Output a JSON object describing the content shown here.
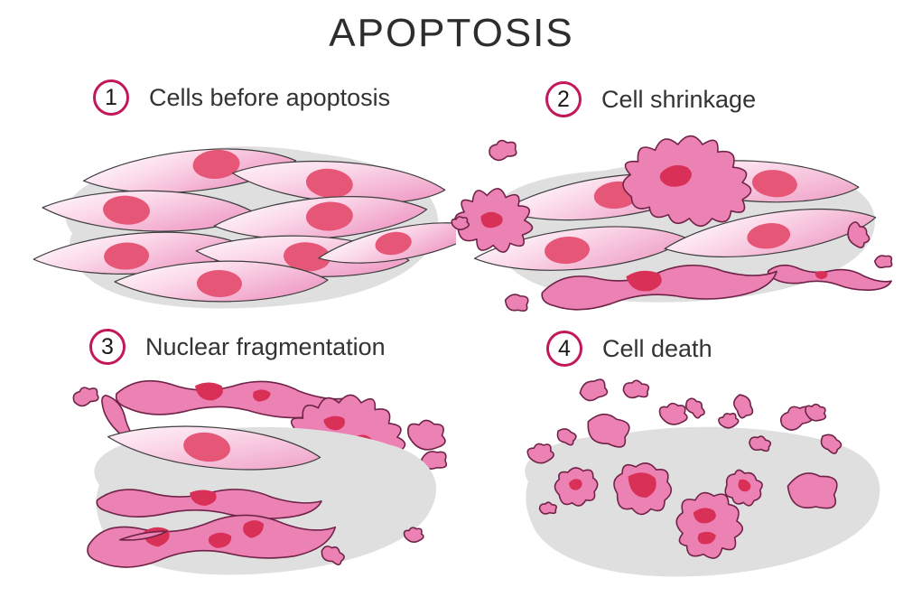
{
  "title": "APOPTOSIS",
  "steps": [
    {
      "number": "1",
      "label": "Cells before apoptosis"
    },
    {
      "number": "2",
      "label": "Cell shrinkage"
    },
    {
      "number": "3",
      "label": "Nuclear fragmentation"
    },
    {
      "number": "4",
      "label": "Cell death"
    }
  ],
  "palette": {
    "background": "#ffffff",
    "title_text": "#2d2d2d",
    "step_circle": "#c2185b",
    "step_number": "#1a1a1a",
    "label_text": "#333333",
    "substrate_gray": "#dfdfdf",
    "cell_pink": "#ef9cc5",
    "cell_highlight": "#ffffff",
    "cell_outline": "#3d3d3d",
    "nucleus_red": "#e65677",
    "fragment_pink": "#ec82b4",
    "fragment_outline": "#6f2347",
    "fragment_core_red": "#d93058"
  }
}
